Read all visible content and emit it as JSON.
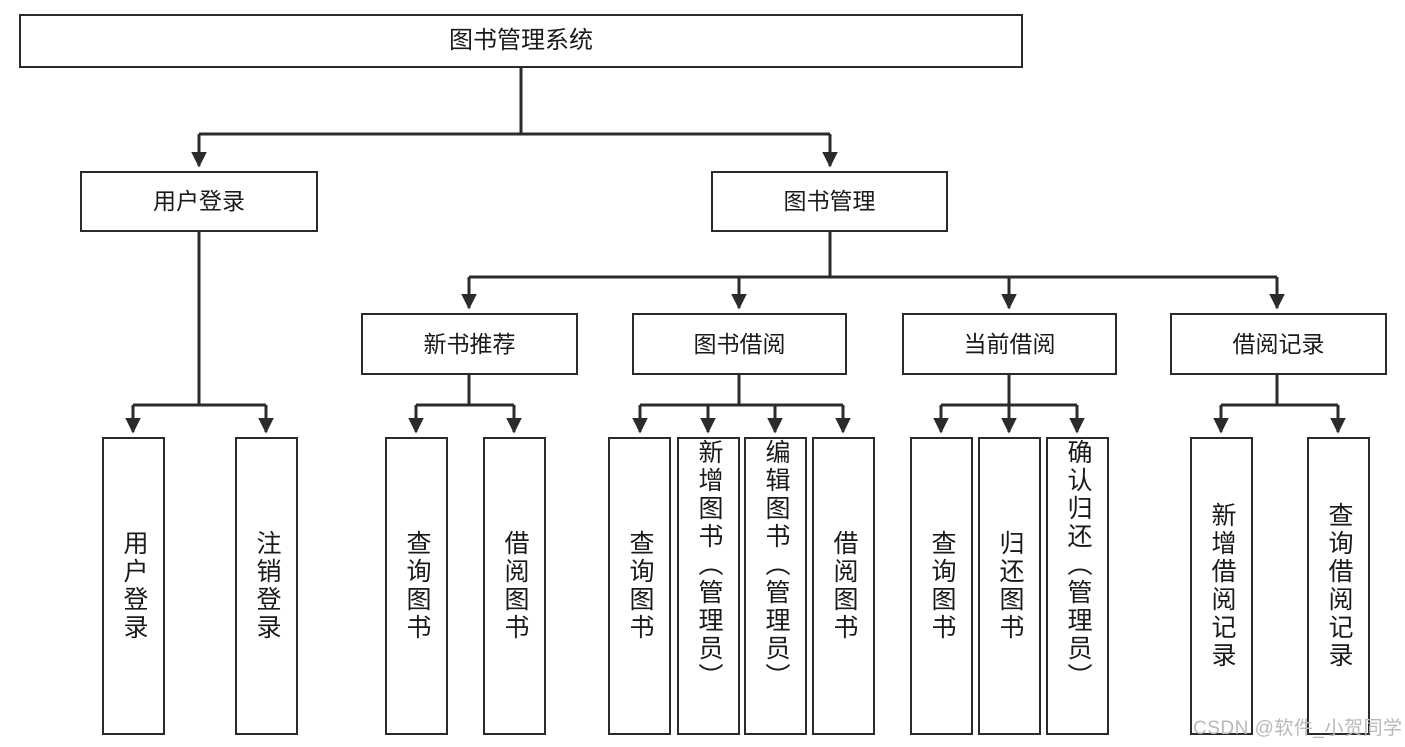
{
  "diagram": {
    "type": "tree-hierarchy",
    "title": "图书管理系统",
    "watermark": "CSDN @软件_小贺同学",
    "colors": {
      "stroke": "#2b2b2b",
      "box_fill": "#ffffff",
      "text": "#1a1a1a",
      "background": "#ffffff",
      "watermark": "#b9b9b9"
    },
    "levels": {
      "root": {
        "label": "图书管理系统"
      },
      "level2": [
        {
          "label": "用户登录"
        },
        {
          "label": "图书管理"
        }
      ],
      "level3": [
        {
          "label": "新书推荐"
        },
        {
          "label": "图书借阅"
        },
        {
          "label": "当前借阅"
        },
        {
          "label": "借阅记录"
        }
      ],
      "leaves": {
        "user_login": [
          {
            "label": "用户登录"
          },
          {
            "label": "注销登录"
          }
        ],
        "new_book_recommend": [
          {
            "label": "查询图书"
          },
          {
            "label": "借阅图书"
          }
        ],
        "book_borrow": [
          {
            "label": "查询图书"
          },
          {
            "label": "新增图书（管理员）"
          },
          {
            "label": "编辑图书（管理员）"
          },
          {
            "label": "借阅图书"
          }
        ],
        "current_borrow": [
          {
            "label": "查询图书"
          },
          {
            "label": "归还图书"
          },
          {
            "label": "确认归还（管理员）"
          }
        ],
        "borrow_records": [
          {
            "label": "新增借阅记录"
          },
          {
            "label": "查询借阅记录"
          }
        ]
      }
    }
  }
}
